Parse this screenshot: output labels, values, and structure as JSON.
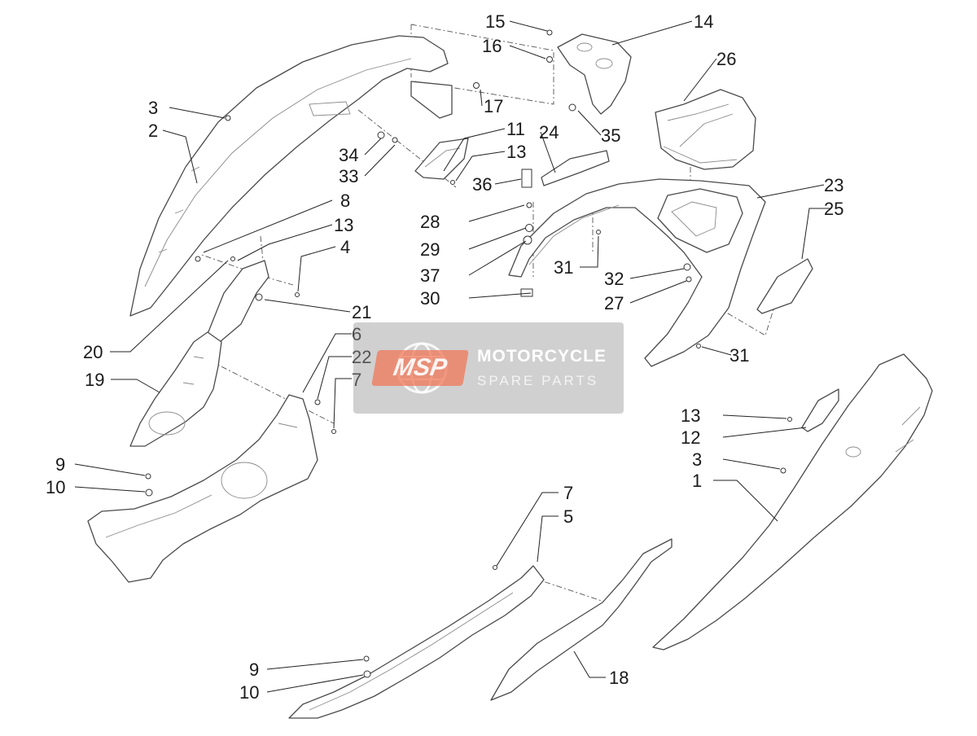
{
  "watermark": {
    "badge": "MSP",
    "title": "MOTORCYCLE",
    "subtitle": "SPARE PARTS"
  },
  "callouts": {
    "c1": "1",
    "c2": "2",
    "c3a": "3",
    "c3b": "3",
    "c4": "4",
    "c5": "5",
    "c6": "6",
    "c7a": "7",
    "c7b": "7",
    "c8": "8",
    "c9a": "9",
    "c9b": "9",
    "c10a": "10",
    "c10b": "10",
    "c11": "11",
    "c12": "12",
    "c13a": "13",
    "c13b": "13",
    "c13c": "13",
    "c14": "14",
    "c15": "15",
    "c16": "16",
    "c17": "17",
    "c18": "18",
    "c19": "19",
    "c20": "20",
    "c21": "21",
    "c22": "22",
    "c23": "23",
    "c24": "24",
    "c25": "25",
    "c26": "26",
    "c27": "27",
    "c28": "28",
    "c29": "29",
    "c30": "30",
    "c31a": "31",
    "c31b": "31",
    "c32": "32",
    "c33": "33",
    "c34": "34",
    "c35": "35",
    "c36": "36",
    "c37": "37"
  }
}
